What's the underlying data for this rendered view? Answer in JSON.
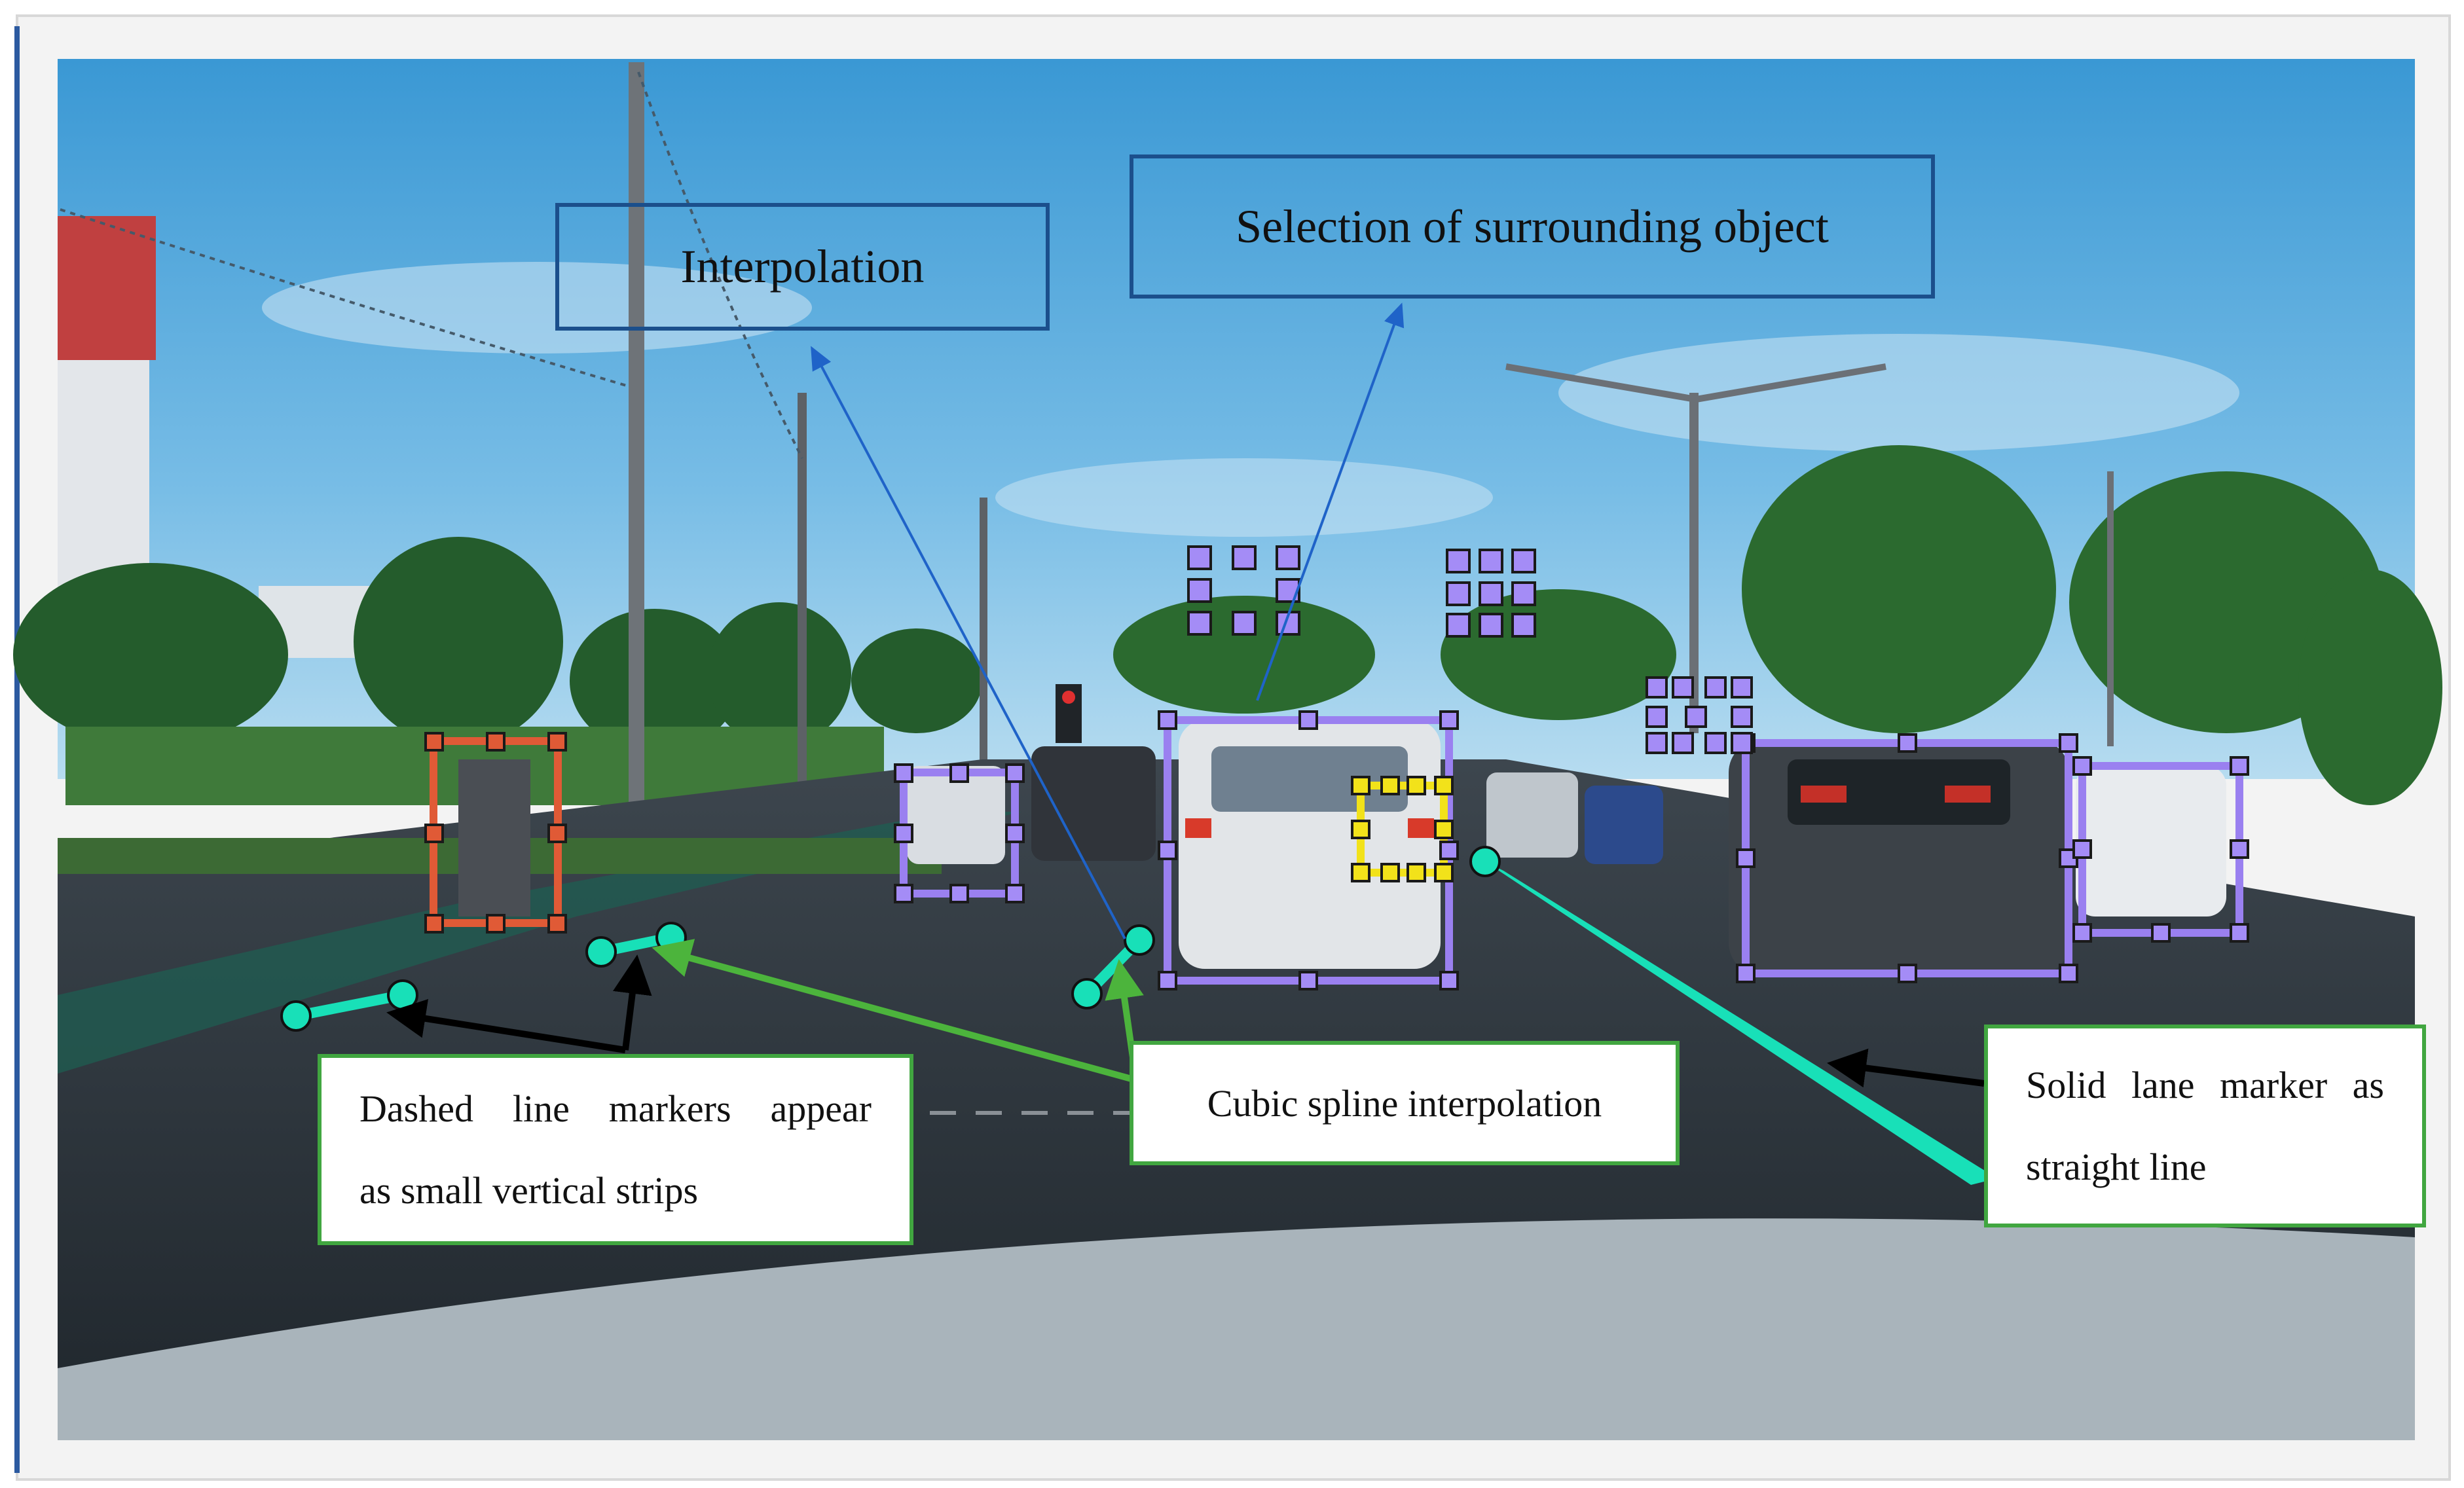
{
  "callouts": {
    "interpolation": "Interpolation",
    "selection": "Selection of surrounding object",
    "dashed_line1": "Dashed line markers appear",
    "dashed_line2": "as small vertical strips",
    "cubic_spline": "Cubic spline interpolation",
    "solid_line1": "Solid lane marker as",
    "solid_line2": "straight line"
  },
  "colors": {
    "sky_top": "#3f9fd8",
    "sky_bottom": "#9fd0ee",
    "road": "#283038",
    "lane_marker": "#18e0b8",
    "vehicle_box": "#9a80f0",
    "pedestrian_box": "#e05a36",
    "close_object_box": "#f2e21a",
    "callout_blue": "#1b4f8c",
    "callout_green": "#41a640"
  }
}
